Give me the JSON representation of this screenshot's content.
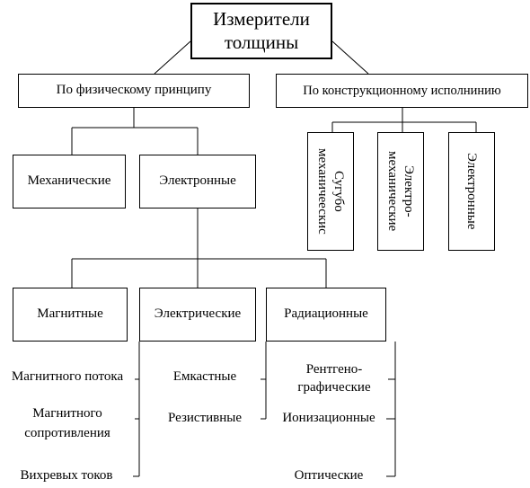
{
  "root": "Измерители толщины",
  "by_principle": {
    "label": "По физическому принципу",
    "mechanical": "Механические",
    "electronic": "Электронные",
    "subtypes": {
      "magnetic": {
        "label": "Магнитные",
        "items": [
          "Магнитного потока",
          "Магнитного сопротивления",
          "Вихревых токов"
        ]
      },
      "electric": {
        "label": "Электрические",
        "items": [
          "Емкастные",
          "Резистивные"
        ]
      },
      "radiation": {
        "label": "Радиационные",
        "items": [
          "Рентгено-графические",
          "Ионизационные",
          "Оптические"
        ]
      }
    }
  },
  "by_design": {
    "label": "По конструкционному исполнинию",
    "items": [
      "Сугубо механичеескис",
      "Электро-механические",
      "Электронные"
    ]
  }
}
